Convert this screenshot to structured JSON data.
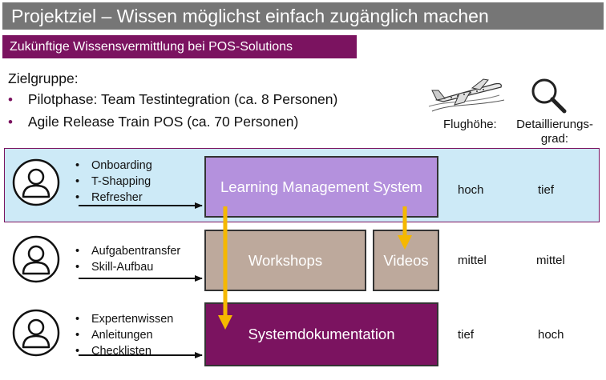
{
  "title": "Projektziel – Wissen möglichst einfach zugänglich machen",
  "subtitle": "Zukünftige Wissensvermittlung bei POS-Solutions",
  "zielgruppe": {
    "heading": "Zielgruppe:",
    "items": [
      "Pilotphase: Team Testintegration (ca. 8 Personen)",
      "Agile Release Train POS (ca. 70 Personen)"
    ]
  },
  "headers": {
    "flughoehe": "Flughöhe:",
    "detail_line1": "Detaillierungs-",
    "detail_line2": "grad:"
  },
  "rows": [
    {
      "bullets": [
        "Onboarding",
        "T-Shapping",
        "Refresher"
      ],
      "flughoehe": "hoch",
      "detail": "tief"
    },
    {
      "bullets": [
        "Aufgabentransfer",
        "Skill-Aufbau"
      ],
      "flughoehe": "mittel",
      "detail": "mittel"
    },
    {
      "bullets": [
        "Expertenwissen",
        "Anleitungen",
        "Checklisten"
      ],
      "flughoehe": "tief",
      "detail": "hoch"
    }
  ],
  "boxes": {
    "lms": "Learning Management System",
    "workshops": "Workshops",
    "videos": "Videos",
    "sysdoc": "Systemdokumentation"
  },
  "bullet_char": "•",
  "colors": {
    "title_bar": "#767676",
    "accent": "#7b1360",
    "highlight_row": "#cdeaf7",
    "lms_box": "#b491dd",
    "workshop_box": "#bda99c",
    "arrow_yellow": "#f5b800"
  },
  "icons": [
    "airplane-icon",
    "magnifier-icon",
    "person-icon"
  ]
}
